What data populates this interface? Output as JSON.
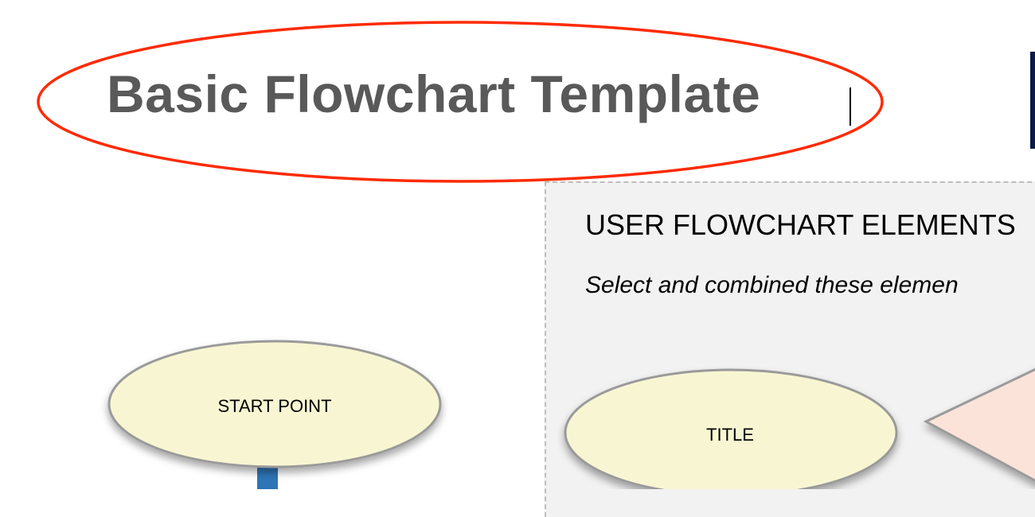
{
  "title": "Basic Flowchart Template",
  "panel": {
    "heading": "USER FLOWCHART ELEMENTS",
    "subtitle": "Select and combined these elemen"
  },
  "shapes": {
    "start_label": "START POINT",
    "title_label": "TITLE"
  },
  "colors": {
    "highlight": "#ff2a00",
    "terminator_fill": "#f8f6d2",
    "decision_fill": "#fbe3d9",
    "connector": "#2e75b6",
    "title_text": "#595959"
  }
}
